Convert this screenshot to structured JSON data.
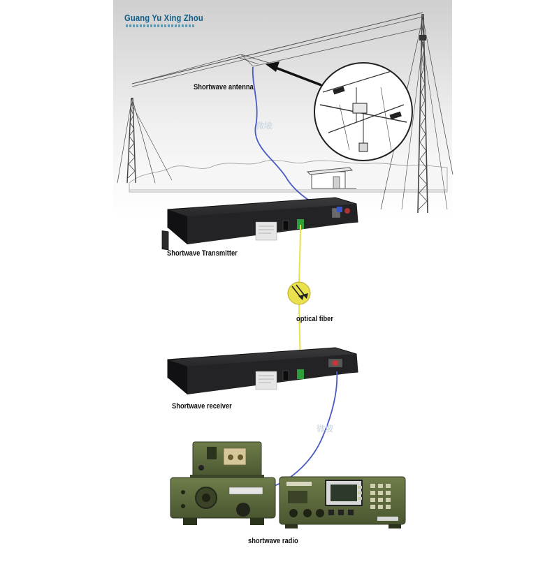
{
  "brand": {
    "name": "Guang Yu Xing Zhou"
  },
  "labels": {
    "antenna": "Shortwave antenna",
    "transmitter": "Shortwave Transmitter",
    "fiber": "optical fiber",
    "receiver": "Shortwave receiver",
    "radio": "shortwave radio"
  },
  "colors": {
    "brand": "#0d5f8a",
    "coax_cable": "#4a5bc4",
    "fiber_cable": "#e8e04a",
    "device_body": "#1c1c1e",
    "radio_body": "#5b6b3a",
    "sky_gradient": "#d4d4d4"
  },
  "icons": [
    "antenna-detail-icon",
    "fiber-converter-icon"
  ]
}
